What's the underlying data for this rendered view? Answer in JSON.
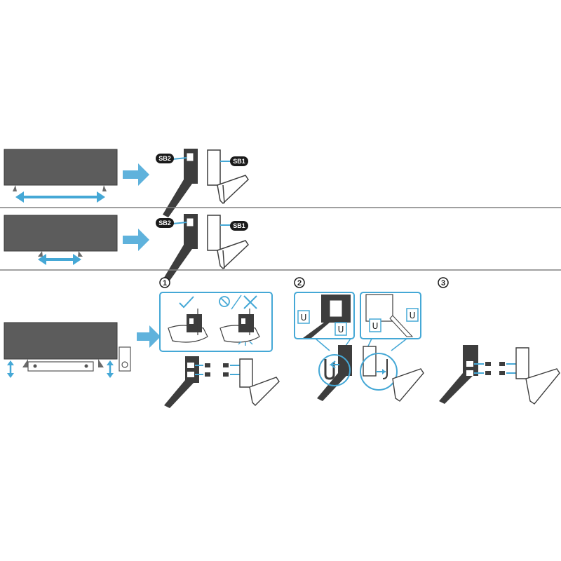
{
  "labels": {
    "sb2": "SB2",
    "sb1": "SB1",
    "u": "U"
  },
  "steps": [
    "1",
    "2",
    "3"
  ],
  "colors": {
    "accent": "#45a8d6",
    "arrow": "#3a9fd3",
    "screen": "#5c5c5c",
    "stand": "#3d3d3d",
    "line": "#808080"
  },
  "icons": {
    "correct": "check-mark-icon",
    "incorrect": "prohibited-cross-icon"
  }
}
